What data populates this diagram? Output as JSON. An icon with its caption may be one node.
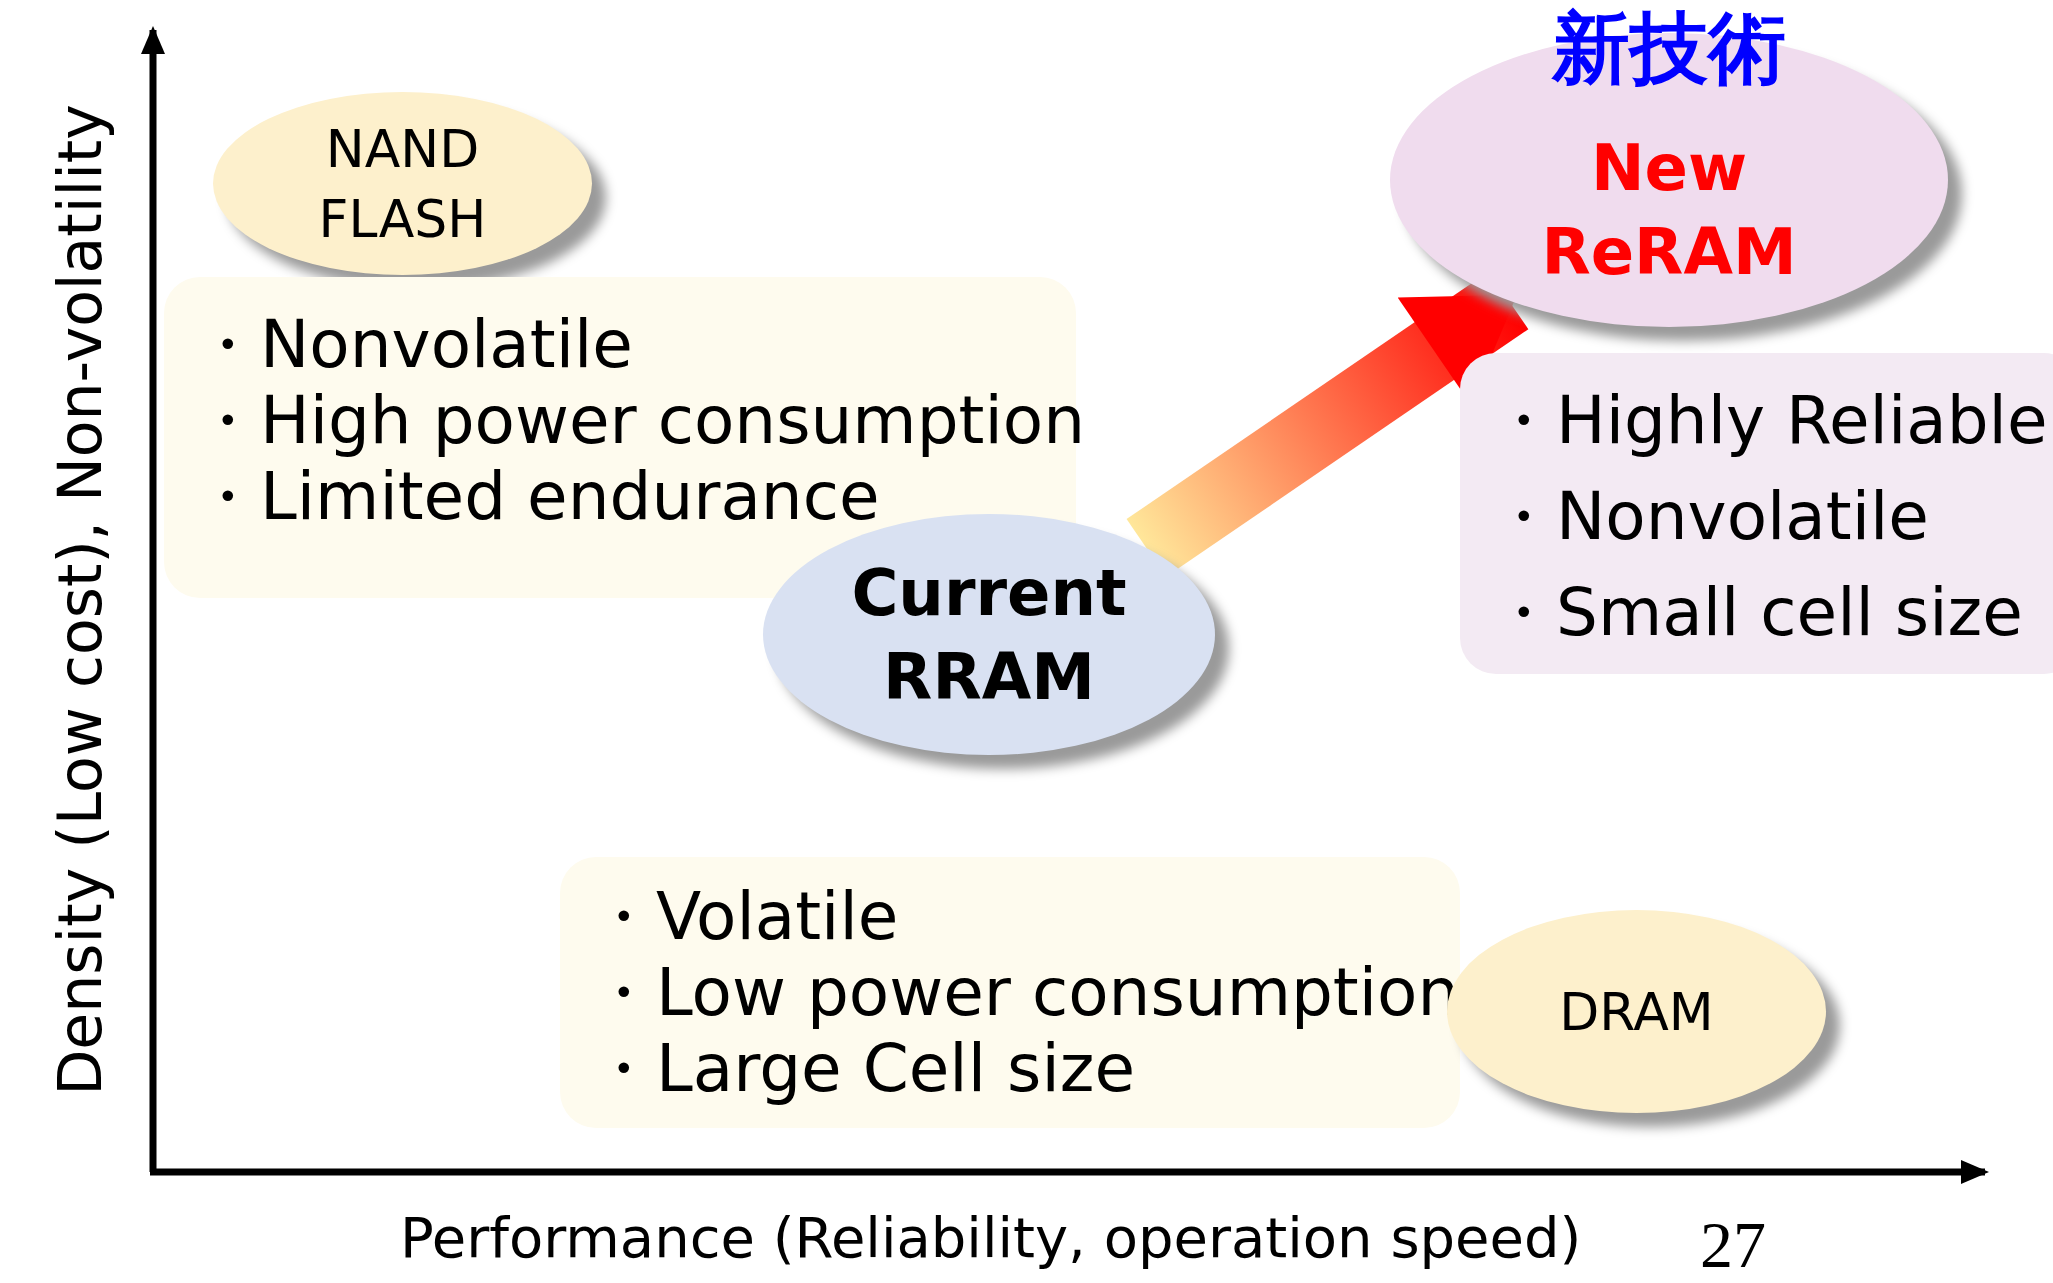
{
  "diagram": {
    "nodes": [
      {
        "text": [
          "NAND FLASH"
        ]
      },
      {
        "text": [
          "・Nonvolatile",
          "・High power consumption",
          "・Limited endurance"
        ]
      },
      {
        "text": [
          "Current RRAM"
        ]
      },
      {
        "text": [
          "新技術",
          "New ReRAM"
        ]
      },
      {
        "text": [
          "・Highly Reliable",
          "・Nonvolatile",
          "・Small cell size"
        ]
      },
      {
        "text": [
          "・Volatile",
          "・Low power consumption",
          "・Large Cell size"
        ]
      },
      {
        "text": [
          "DRAM"
        ]
      }
    ],
    "edges": [
      {
        "from": 2,
        "to": 3,
        "arrow": "to",
        "style": "thick"
      }
    ],
    "labels": [
      "Density (Low cost), Non-volatility",
      "Performance (Reliability, operation speed)",
      "27"
    ]
  }
}
